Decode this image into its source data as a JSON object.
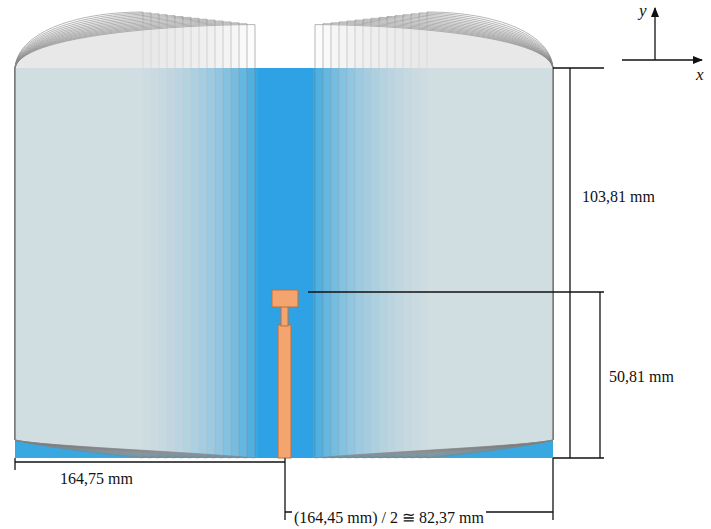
{
  "diagram": {
    "labels": [
      "y",
      "x",
      "103,81 mm",
      "50,81 mm",
      "164,75 mm",
      "(164,45 mm) / 2 ≅ 82,37 mm"
    ]
  }
}
